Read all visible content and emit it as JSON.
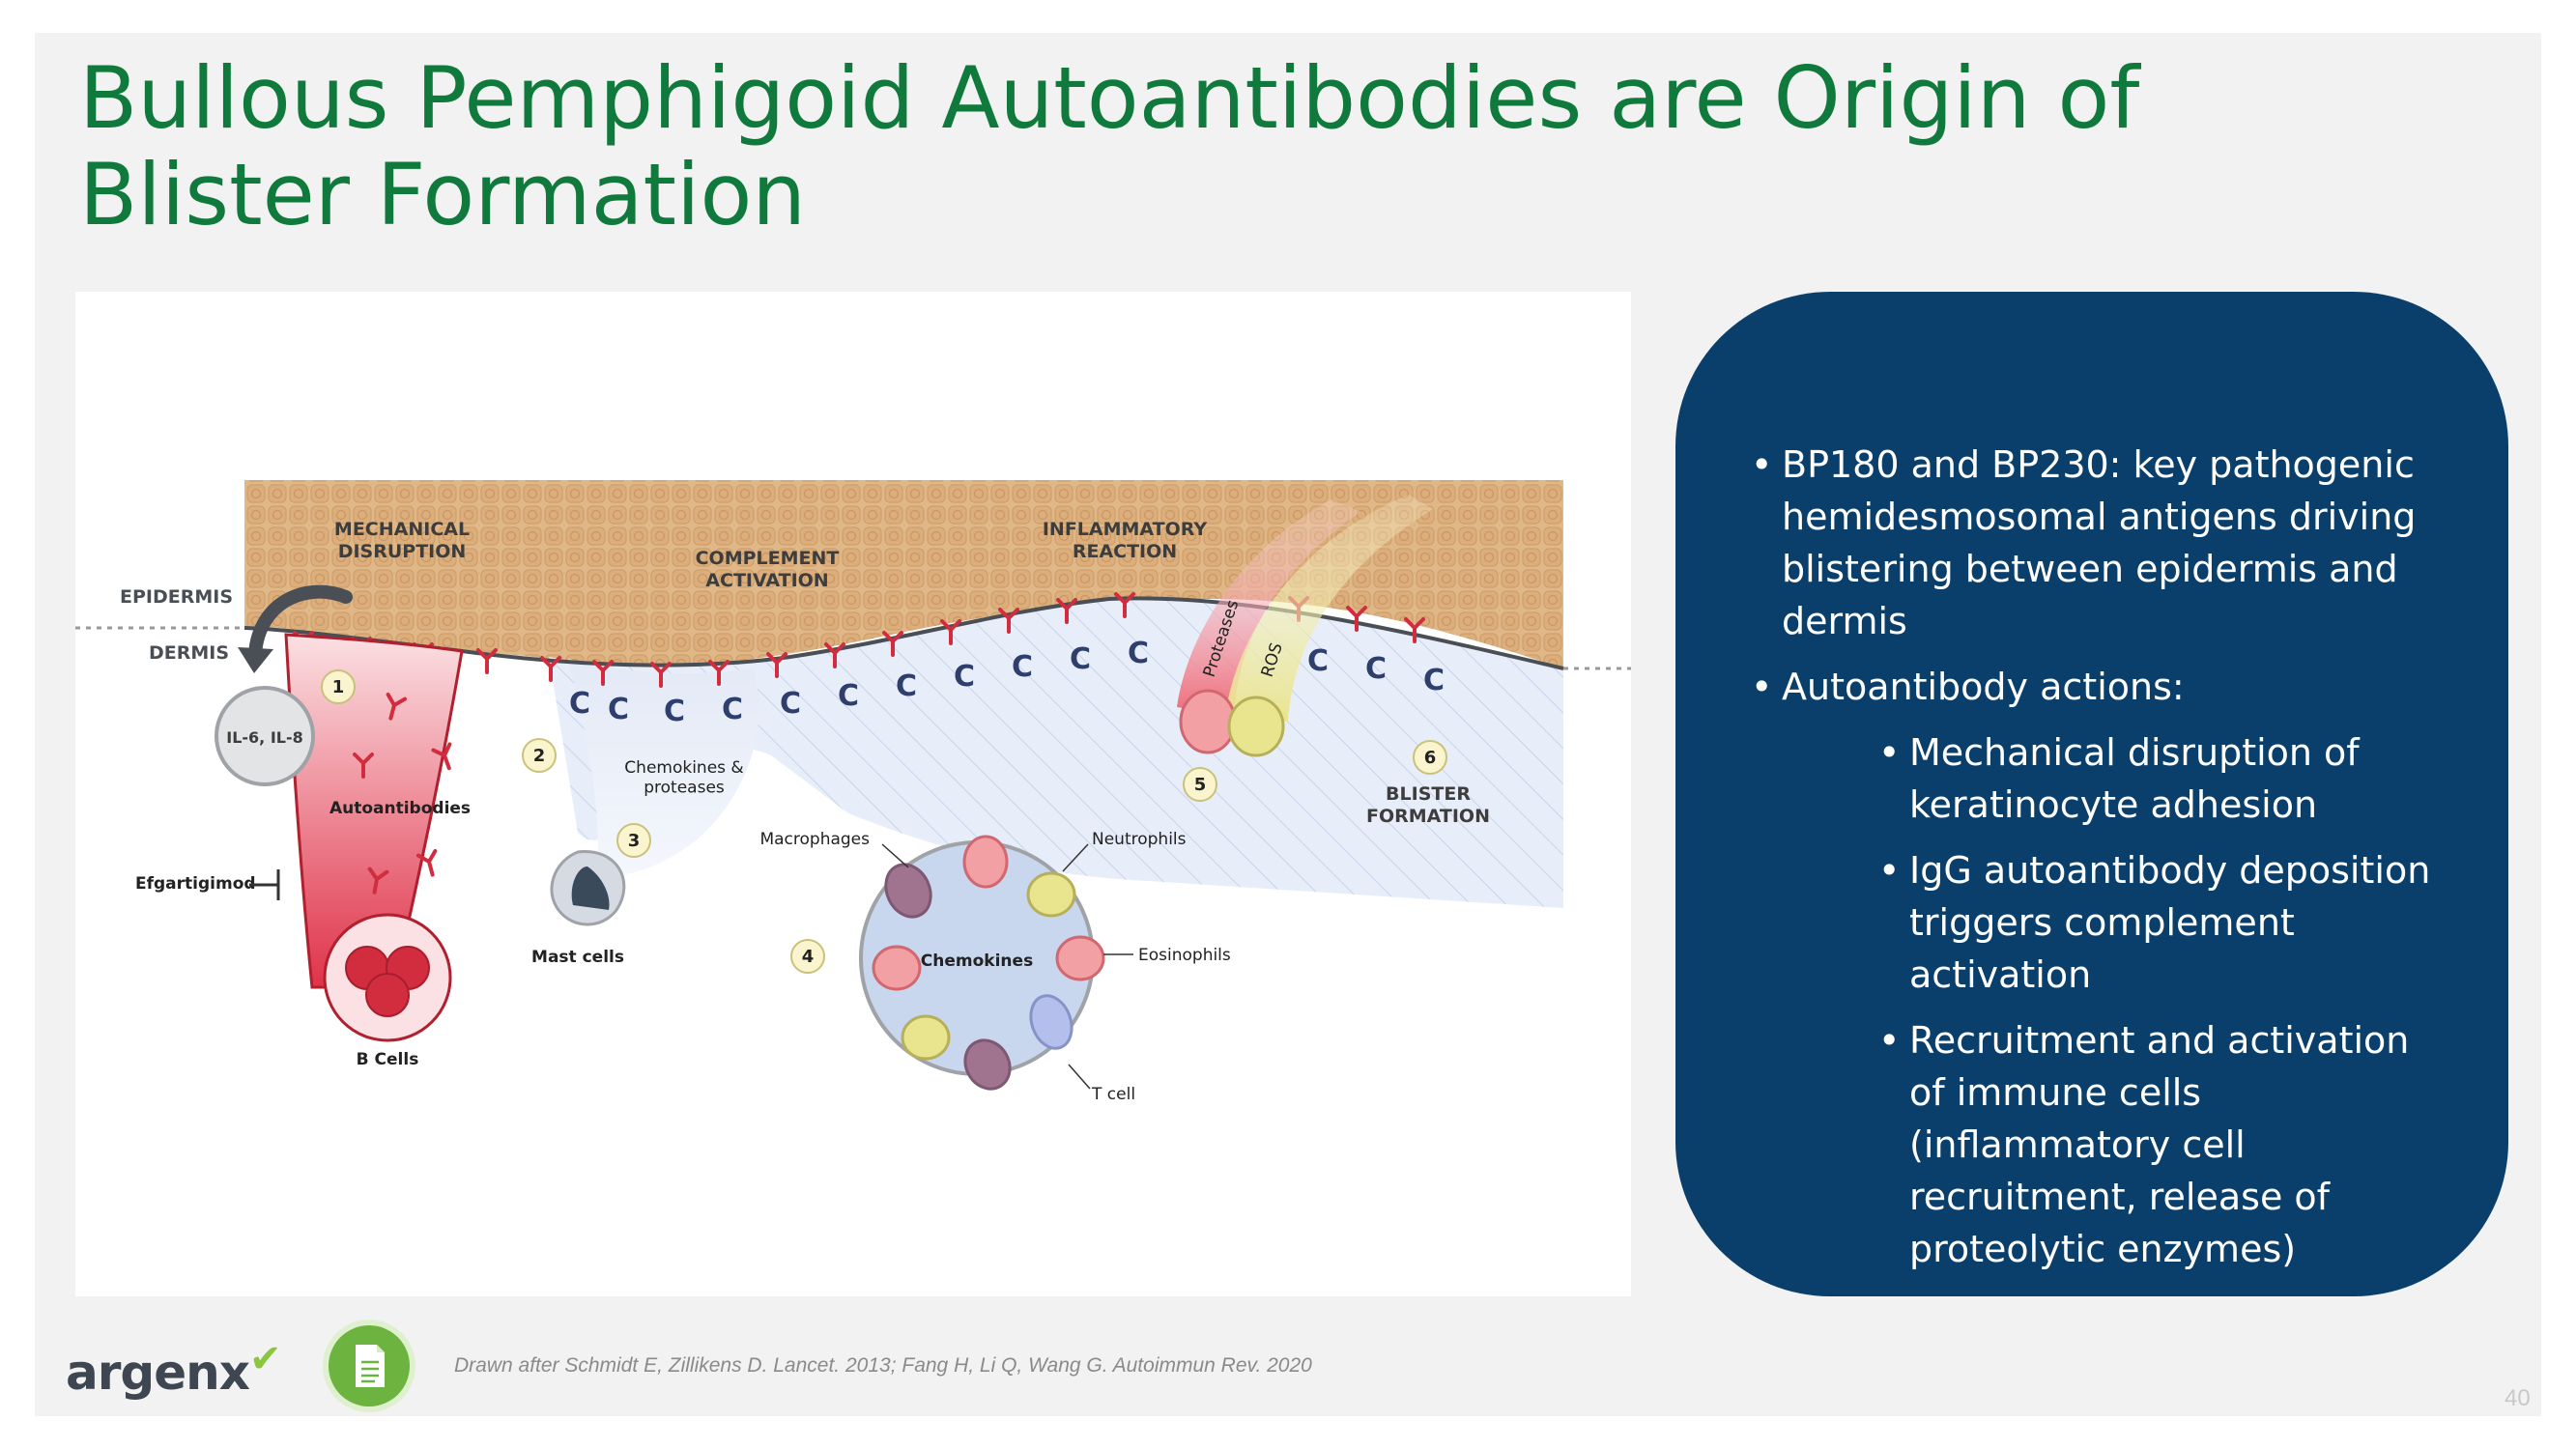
{
  "slide": {
    "title": "Bullous Pemphigoid Autoantibodies are Origin of Blister Formation",
    "page_number": "40",
    "citation": "Drawn after Schmidt E, Zillikens D. Lancet. 2013; Fang H, Li Q, Wang G. Autoimmun Rev. 2020",
    "logo_text": "argenx",
    "document_icon": "document-icon"
  },
  "diagram": {
    "layers": {
      "epidermis": "EPIDERMIS",
      "dermis": "DERMIS"
    },
    "stages": {
      "s1": "MECHANICAL\nDISRUPTION",
      "s2": "COMPLEMENT\nACTIVATION",
      "s3": "INFLAMMATORY\nREACTION",
      "s6": "BLISTER\nFORMATION"
    },
    "numbers": [
      "1",
      "2",
      "3",
      "4",
      "5",
      "6"
    ],
    "labels": {
      "cytokines": "IL-6, IL-8",
      "autoantibodies": "Autoantibodies",
      "efgartigimod": "Efgartigimod",
      "b_cells": "B Cells",
      "chemokines_proteases": "Chemokines &\nproteases",
      "mast_cells": "Mast cells",
      "macrophages": "Macrophages",
      "neutrophils": "Neutrophils",
      "eosinophils": "Eosinophils",
      "t_cell": "T cell",
      "chemokines": "Chemokines",
      "proteases": "Proteases",
      "ros": "ROS"
    },
    "complement_symbol": "C"
  },
  "panel": {
    "bullets": [
      {
        "text": "BP180 and BP230: key pathogenic hemidesmosomal antigens driving blistering between epidermis and dermis",
        "children": []
      },
      {
        "text": "Autoantibody actions:",
        "children": [
          "Mechanical disruption of keratinocyte adhesion",
          "IgG autoantibody deposition triggers complement activation",
          "Recruitment and activation of immune cells (inflammatory cell recruitment, release of proteolytic enzymes)"
        ]
      }
    ]
  },
  "colors": {
    "title_green": "#0f7a3c",
    "panel_navy": "#0b3f6b",
    "epidermis_tan": "#e0b887",
    "antibody_red": "#d12d3f",
    "complement_navy": "#2e3f6e",
    "dermis_blue": "#e6ecf8"
  }
}
